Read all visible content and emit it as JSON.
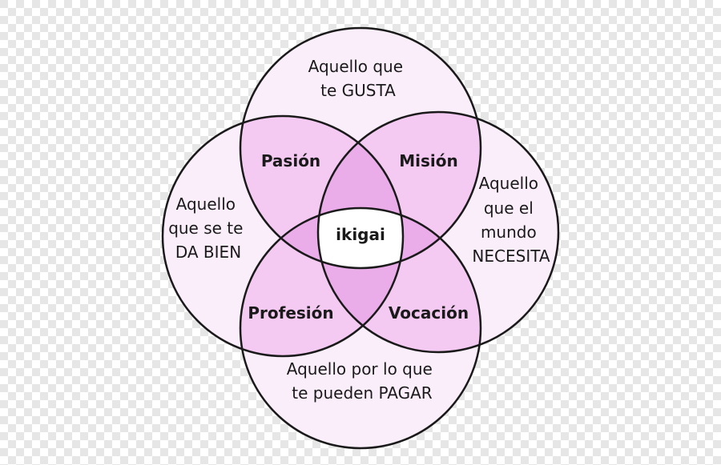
{
  "diagram": {
    "colors": {
      "stroke": "#1a1a1a",
      "single": "#fbeefb",
      "double": "#f4c9f2",
      "triple": "#ebacea",
      "center": "#ffffff",
      "checker_light": "#ffffff",
      "checker_dark": "#e6e6e6"
    },
    "circles": {
      "top": {
        "lines": [
          "Aquello que",
          "te GUSTA"
        ]
      },
      "left": {
        "lines": [
          "Aquello",
          "que se te",
          "DA BIEN"
        ]
      },
      "right": {
        "lines": [
          "Aquello",
          "que el",
          "mundo",
          "NECESITA"
        ]
      },
      "bottom": {
        "lines": [
          "Aquello por lo que",
          "te pueden PAGAR"
        ]
      }
    },
    "intersections": {
      "top_left": "Pasión",
      "top_right": "Misión",
      "bottom_left": "Profesión",
      "bottom_right": "Vocación",
      "center": "ikigai"
    }
  }
}
